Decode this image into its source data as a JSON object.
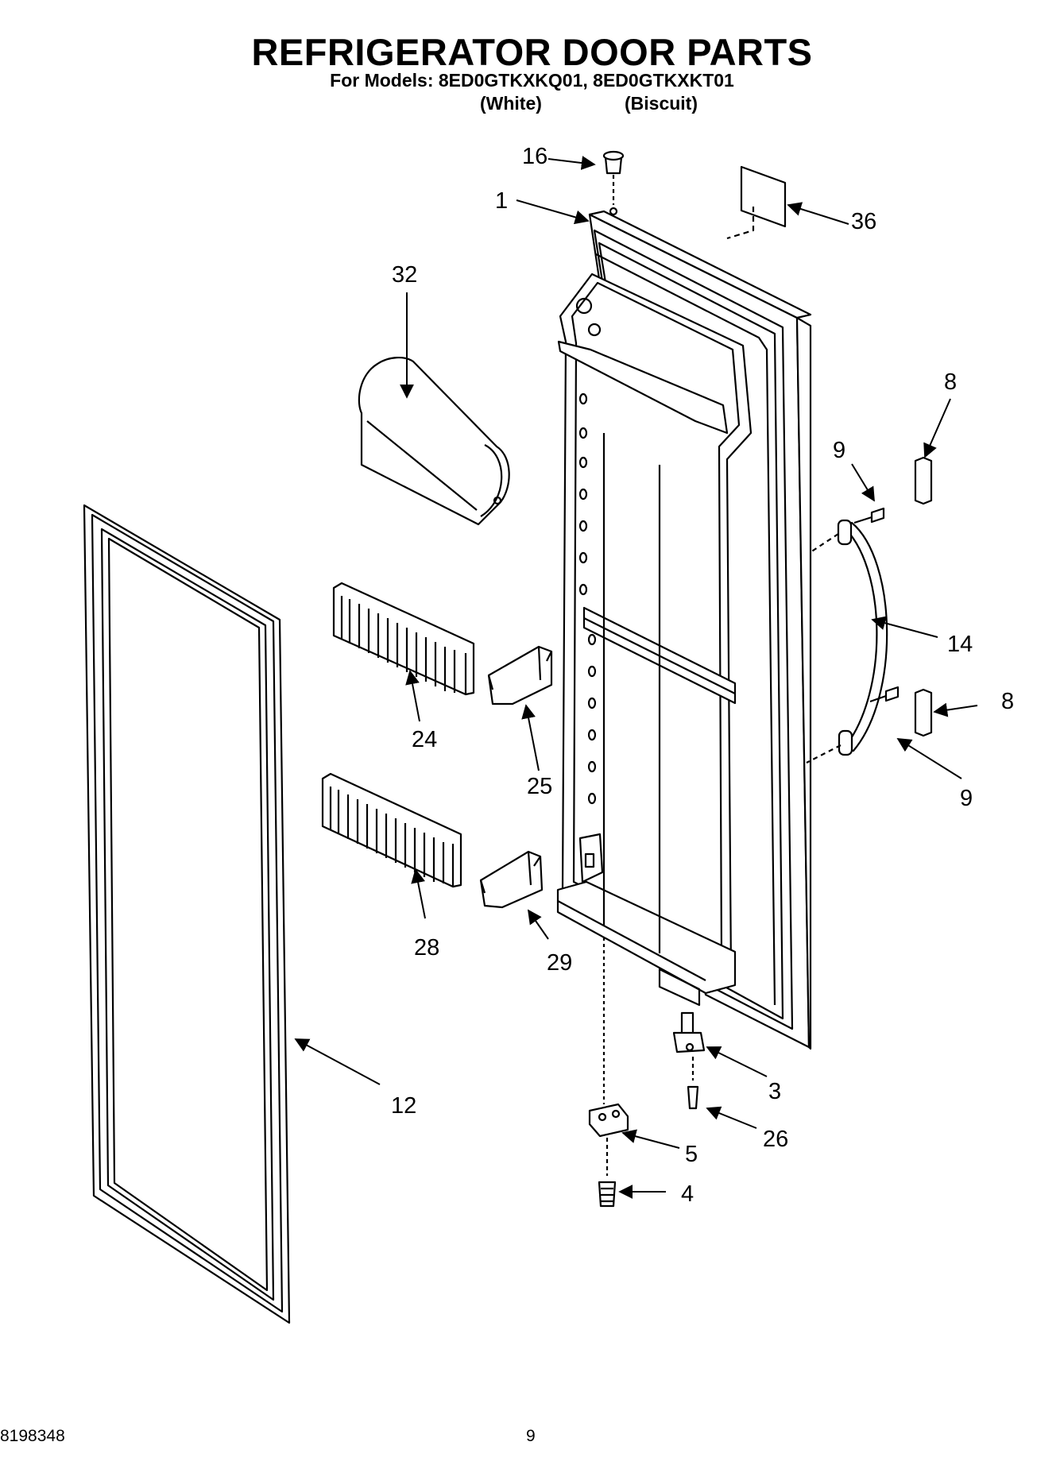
{
  "header": {
    "title": "REFRIGERATOR DOOR PARTS",
    "models_line": "For Models: 8ED0GTKXKQ01, 8ED0GTKXKT01",
    "variants": [
      "(White)",
      "(Biscuit)"
    ]
  },
  "callouts": [
    "16",
    "1",
    "36",
    "32",
    "8",
    "9",
    "14",
    "8",
    "9",
    "24",
    "25",
    "28",
    "29",
    "3",
    "26",
    "5",
    "4",
    "12"
  ],
  "footer": {
    "doc_number": "8198348",
    "page_number": "9"
  }
}
